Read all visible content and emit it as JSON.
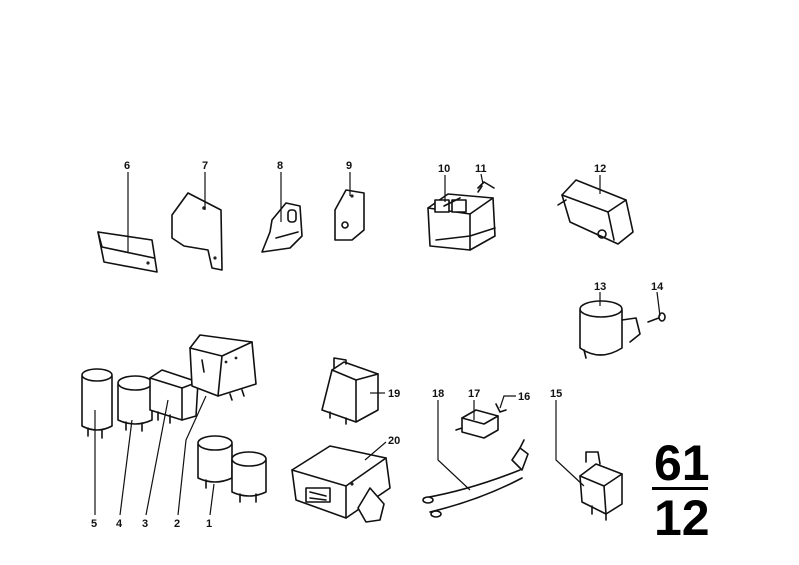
{
  "diagram": {
    "group_top": "61",
    "group_bottom": "12",
    "callouts": {
      "c1": "1",
      "c2": "2",
      "c3": "3",
      "c4": "4",
      "c5": "5",
      "c6": "6",
      "c7": "7",
      "c8": "8",
      "c9": "9",
      "c10": "10",
      "c11": "11",
      "c12": "12",
      "c13": "13",
      "c14": "14",
      "c15": "15",
      "c16": "16",
      "c17": "17",
      "c18": "18",
      "c19": "19",
      "c20": "20"
    }
  }
}
